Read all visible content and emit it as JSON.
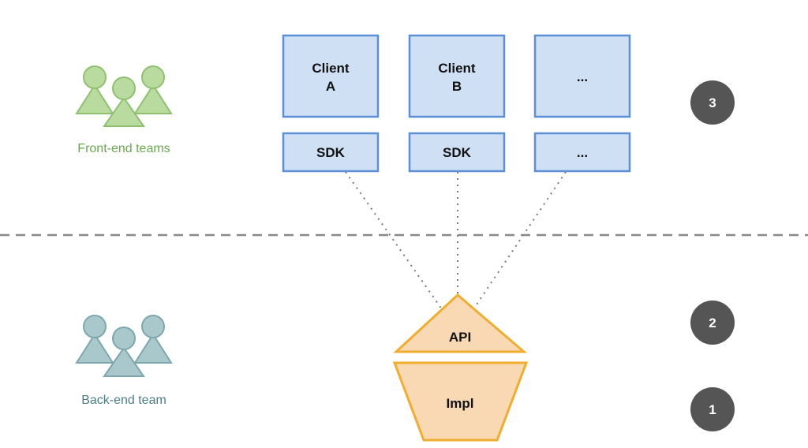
{
  "teams": {
    "front_end_label": "Front-end teams",
    "back_end_label": "Back-end team"
  },
  "clients": [
    {
      "line1": "Client",
      "line2": "A",
      "sdk": "SDK"
    },
    {
      "line1": "Client",
      "line2": "B",
      "sdk": "SDK"
    },
    {
      "line1": "...",
      "line2": "",
      "sdk": "..."
    }
  ],
  "backend": {
    "api_label": "API",
    "impl_label": "Impl"
  },
  "steps": [
    "3",
    "2",
    "1"
  ],
  "colors": {
    "client_fill": "#cfe0f5",
    "client_stroke": "#5b8fd6",
    "backend_fill": "#f8d9b4",
    "backend_stroke": "#f0ad2e",
    "front_team": "#b9dba0",
    "front_team_stroke": "#8fc06f",
    "front_label": "#6aa84f",
    "back_team": "#a9c8cc",
    "back_team_stroke": "#7da7ad",
    "back_label": "#4a7d86",
    "step_circle": "#555555"
  }
}
